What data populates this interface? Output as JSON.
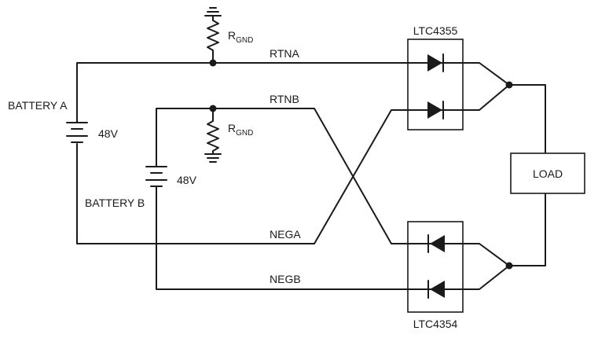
{
  "labels": {
    "battery_a": "BATTERY A",
    "battery_b": "BATTERY B",
    "voltage_a": "48V",
    "voltage_b": "48V",
    "rgnd_top_main": "R",
    "rgnd_top_sub": "GND",
    "rgnd_bottom_main": "R",
    "rgnd_bottom_sub": "GND",
    "rtna": "RTNA",
    "rtnb": "RTNB",
    "nega": "NEGA",
    "negb": "NEGB",
    "ltc_top": "LTC4355",
    "ltc_bottom": "LTC4354",
    "load": "LOAD"
  }
}
